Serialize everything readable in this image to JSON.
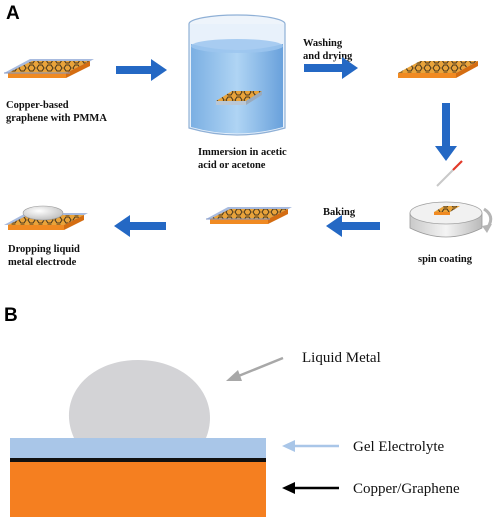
{
  "panel_a": {
    "label": "A",
    "steps": {
      "copper_graphene": [
        "Copper-based",
        "graphene with PMMA"
      ],
      "immersion": [
        "Immersion in acetic",
        "acid or acetone"
      ],
      "washing": [
        "Washing",
        "and drying"
      ],
      "spin": [
        "spin coating"
      ],
      "baking": [
        "Baking"
      ],
      "dropping": [
        "Dropping liquid",
        "metal electrode"
      ]
    }
  },
  "panel_b": {
    "label": "B",
    "liquid_metal": "Liquid Metal",
    "gel_electrolyte": "Gel Electrolyte",
    "copper_graphene": "Copper/Graphene"
  },
  "colors": {
    "arrow_blue": "#2468c4",
    "copper_orange": "#f57f20",
    "gel_blue": "#a9c6e8",
    "liquid_metal_gray": "#d3d3d6",
    "pmma_film": "#9eb4dc",
    "graphene_hex": "#5a4a2a"
  }
}
